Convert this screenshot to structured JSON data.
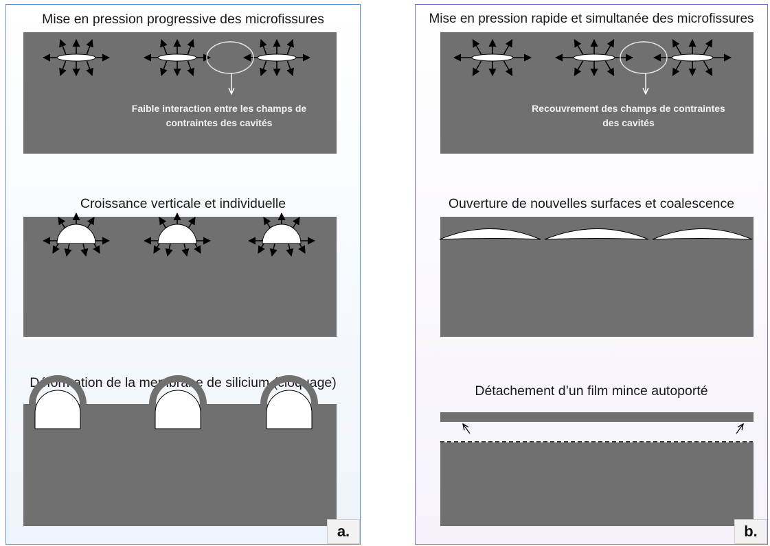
{
  "panel_a": {
    "letter": "a.",
    "step1_title": "Mise en pression progressive des microfissures",
    "step1_note_line1": "Faible interaction entre les champs de",
    "step1_note_line2": "contraintes des cavités",
    "step2_title": "Croissance verticale et individuelle",
    "step3_title": "Déformation de la membrane de silicium (cloquage)"
  },
  "panel_b": {
    "letter": "b.",
    "step1_title": "Mise en pression rapide et simultanée  des microfissures",
    "step1_note_line1": "Recouvrement des champs de contraintes",
    "step1_note_line2": "des cavités",
    "step2_title": "Ouverture de nouvelles surfaces et coalescence",
    "step3_title": "Détachement d’un film mince autoporté"
  },
  "colors": {
    "silicon": "#707070",
    "cavity": "#ffffff",
    "arrow": "#000000",
    "frame_a": "#5a8ed0",
    "frame_b": "#8a6cc4"
  }
}
